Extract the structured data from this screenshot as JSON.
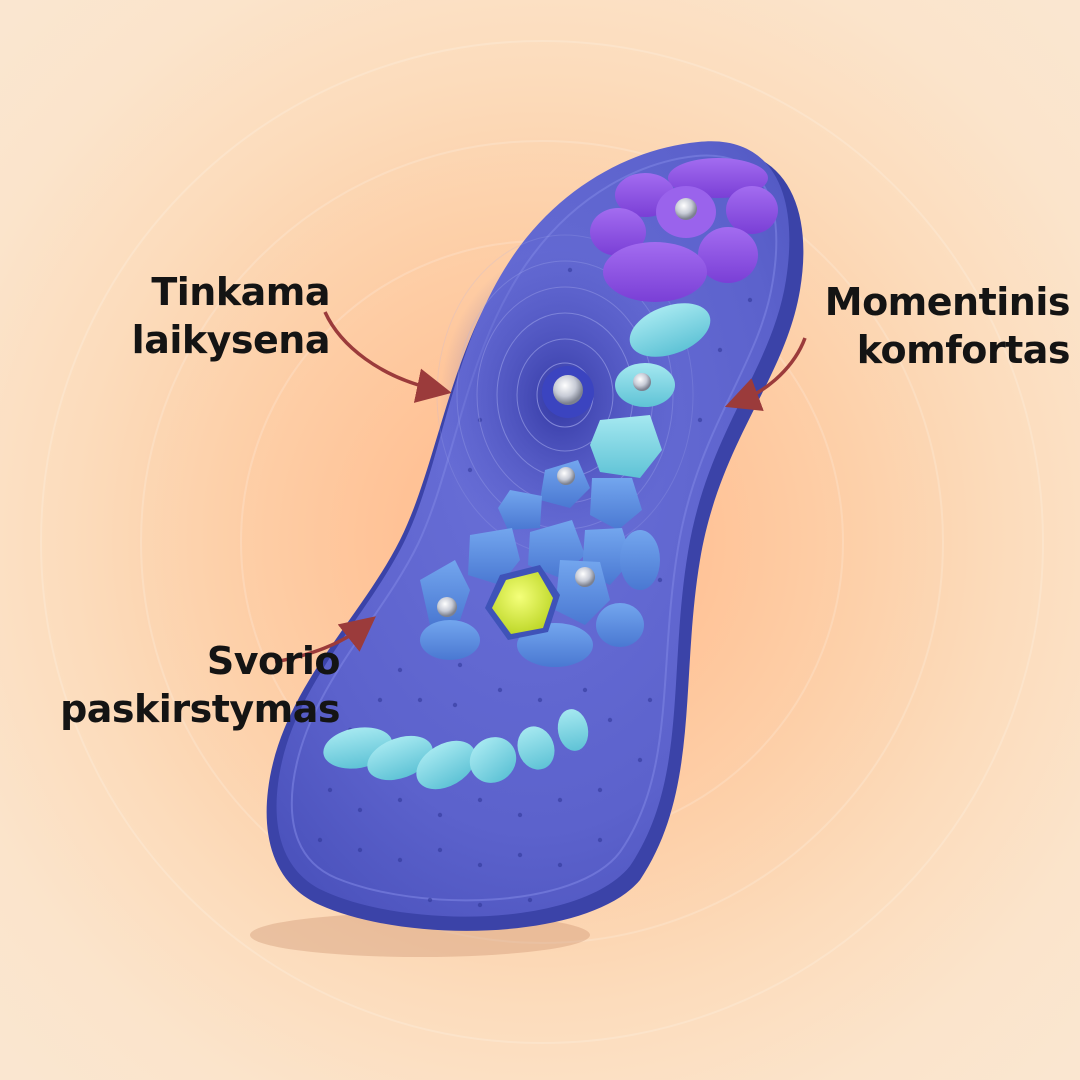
{
  "callouts": {
    "posture": {
      "line1": "Tinkama",
      "line2": "laikysena"
    },
    "comfort": {
      "line1": "Momentinis",
      "line2": "komfortas"
    },
    "weight": {
      "line1": "Svorio",
      "line2": "paskirstymas"
    }
  },
  "colors": {
    "background": "#fcdcbc",
    "insole": "#6066d0",
    "insole_dark": "#3e46b0",
    "arrow": "#9b3b3b",
    "purple_pads": "#8a4fe0",
    "teal_pads": "#7fd6e4",
    "blue_pads": "#5b8de0",
    "lime_pad": "#d9ef3a"
  }
}
